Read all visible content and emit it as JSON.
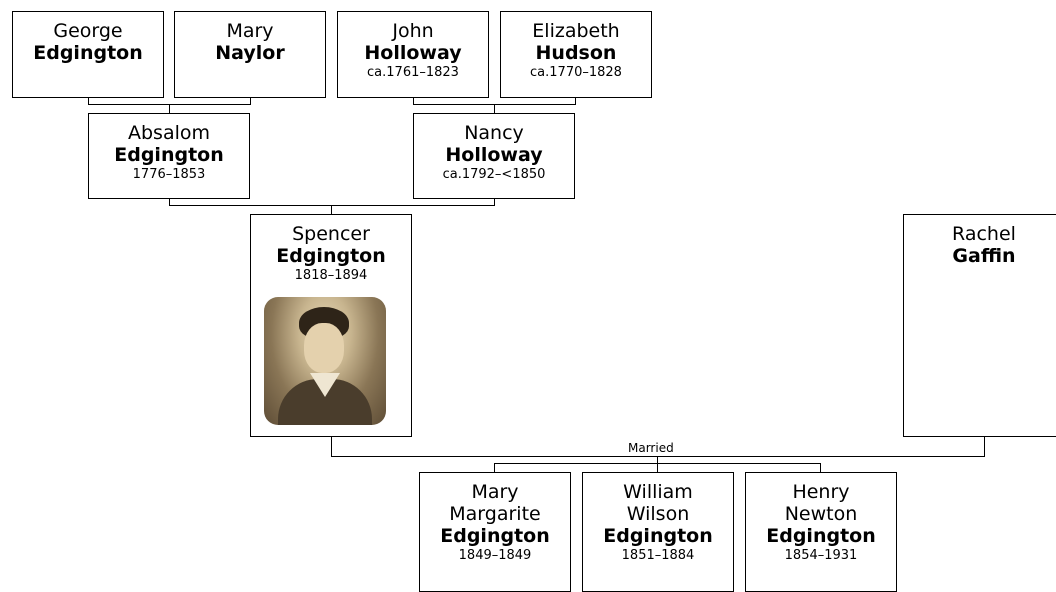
{
  "people": {
    "george": {
      "first": "George",
      "surname": "Edgington",
      "dates": ""
    },
    "mary_n": {
      "first": "Mary",
      "surname": "Naylor",
      "dates": ""
    },
    "john": {
      "first": "John",
      "surname": "Holloway",
      "dates": "ca.1761–1823"
    },
    "eliz": {
      "first": "Elizabeth",
      "surname": "Hudson",
      "dates": "ca.1770–1828"
    },
    "absalom": {
      "first": "Absalom",
      "surname": "Edgington",
      "dates": "1776–1853"
    },
    "nancy": {
      "first": "Nancy",
      "surname": "Holloway",
      "dates": "ca.1792–<1850"
    },
    "spencer": {
      "first": "Spencer",
      "surname": "Edgington",
      "dates": "1818–1894"
    },
    "rachel": {
      "first": "Rachel",
      "surname": "Gaffin",
      "dates": ""
    },
    "mary_m": {
      "first": "Mary Margarite",
      "surname": "Edgington",
      "dates": "1849–1849"
    },
    "william": {
      "first": "William Wilson",
      "surname": "Edgington",
      "dates": "1851–1884"
    },
    "henry": {
      "first": "Henry Newton",
      "surname": "Edgington",
      "dates": "1854–1931"
    }
  },
  "labels": {
    "married": "Married"
  }
}
